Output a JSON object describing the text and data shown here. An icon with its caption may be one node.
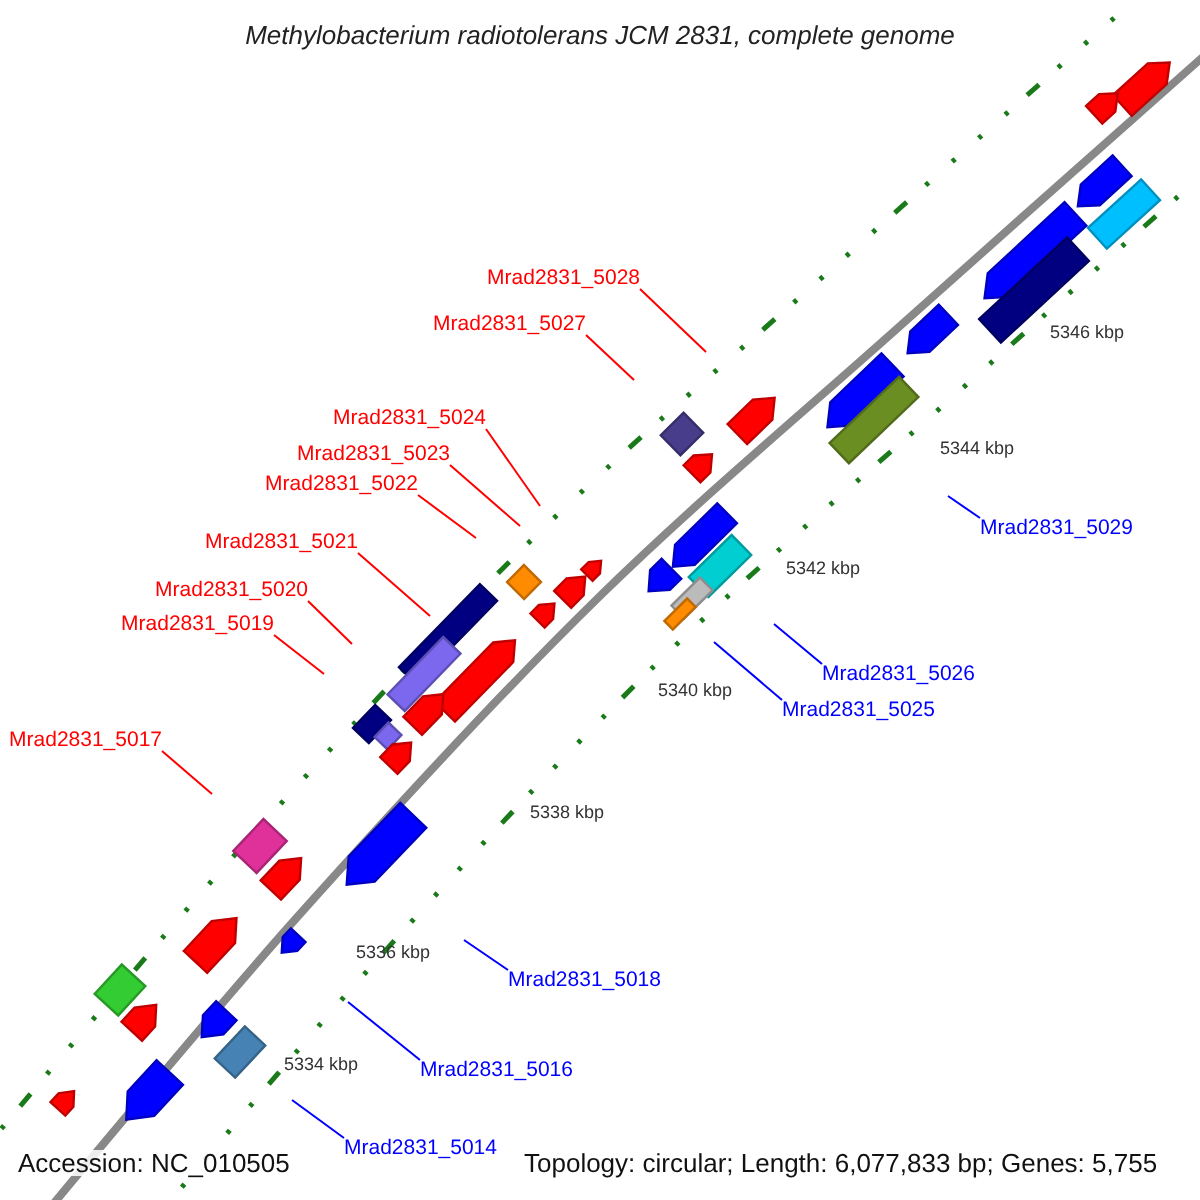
{
  "diagram": {
    "title": "Methylobacterium radiotolerans JCM 2831, complete genome",
    "nodes": [
      {
        "text": [
          "Mrad2831_5028"
        ]
      },
      {
        "text": [
          "Mrad2831_5027"
        ]
      },
      {
        "text": [
          "Mrad2831_5024"
        ]
      },
      {
        "text": [
          "Mrad2831_5023"
        ]
      },
      {
        "text": [
          "Mrad2831_5022"
        ]
      },
      {
        "text": [
          "Mrad2831_5029"
        ]
      },
      {
        "text": [
          "Mrad2831_5021"
        ]
      },
      {
        "text": [
          "Mrad2831_5020"
        ]
      },
      {
        "text": [
          "Mrad2831_5019"
        ]
      },
      {
        "text": [
          "Mrad2831_5026"
        ]
      },
      {
        "text": [
          "Mrad2831_5025"
        ]
      },
      {
        "text": [
          "Mrad2831_5017"
        ]
      },
      {
        "text": [
          "Mrad2831_5018"
        ]
      },
      {
        "text": [
          "Mrad2831_5016"
        ]
      },
      {
        "text": [
          "Mrad2831_5014"
        ]
      }
    ],
    "edges": [
      {
        "from": 0,
        "to": null,
        "arrow": "none"
      },
      {
        "from": 1,
        "to": null,
        "arrow": "none"
      },
      {
        "from": 2,
        "to": null,
        "arrow": "none"
      },
      {
        "from": 3,
        "to": null,
        "arrow": "none"
      },
      {
        "from": 4,
        "to": null,
        "arrow": "none"
      },
      {
        "from": 5,
        "to": null,
        "arrow": "none",
        "color": "#0000ff"
      },
      {
        "from": 6,
        "to": null,
        "arrow": "none"
      },
      {
        "from": 7,
        "to": null,
        "arrow": "none"
      },
      {
        "from": 8,
        "to": null,
        "arrow": "none"
      },
      {
        "from": 9,
        "to": null,
        "arrow": "none",
        "color": "#0000ff"
      },
      {
        "from": 10,
        "to": null,
        "arrow": "none",
        "color": "#0000ff"
      },
      {
        "from": 11,
        "to": null,
        "arrow": "none"
      },
      {
        "from": 12,
        "to": null,
        "arrow": "none",
        "color": "#0000ff"
      },
      {
        "from": 13,
        "to": null,
        "arrow": "none",
        "color": "#0000ff"
      },
      {
        "from": 14,
        "to": null,
        "arrow": "none",
        "color": "#0000ff"
      }
    ],
    "labels": [
      "5346 kbp",
      "5344 kbp",
      "5342 kbp",
      "5340 kbp",
      "5338 kbp",
      "5336 kbp",
      "5334 kbp",
      "Accession: NC_010505",
      "Topology: circular; Length: 6,077,833 bp; Genes: 5,755"
    ]
  }
}
